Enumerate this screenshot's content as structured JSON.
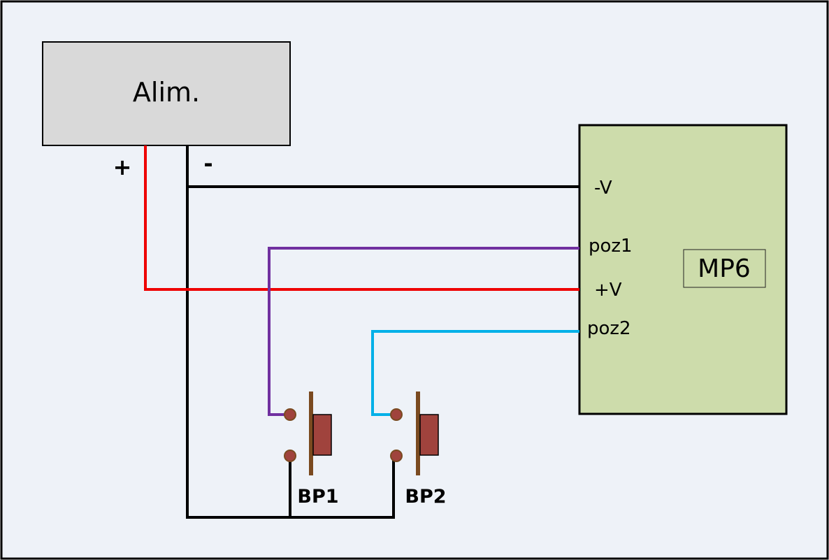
{
  "power_supply": {
    "label": "Alim.",
    "plus_label": "+",
    "minus_label": "-"
  },
  "module": {
    "label": "MP6",
    "pins": {
      "neg_v": "-V",
      "poz1": "poz1",
      "pos_v": "+V",
      "poz2": "poz2"
    }
  },
  "buttons": [
    {
      "label": "BP1"
    },
    {
      "label": "BP2"
    }
  ],
  "colors": {
    "background": "#eef2f8",
    "supply_fill": "#d9d9d9",
    "module_fill": "#cddcab",
    "wire_black": "#000000",
    "wire_red": "#ee0000",
    "wire_purple": "#7030a0",
    "wire_cyan": "#00b0e8",
    "button_stem": "#7a4a20",
    "button_cap": "#a0433d",
    "terminal": "#a0433d"
  }
}
